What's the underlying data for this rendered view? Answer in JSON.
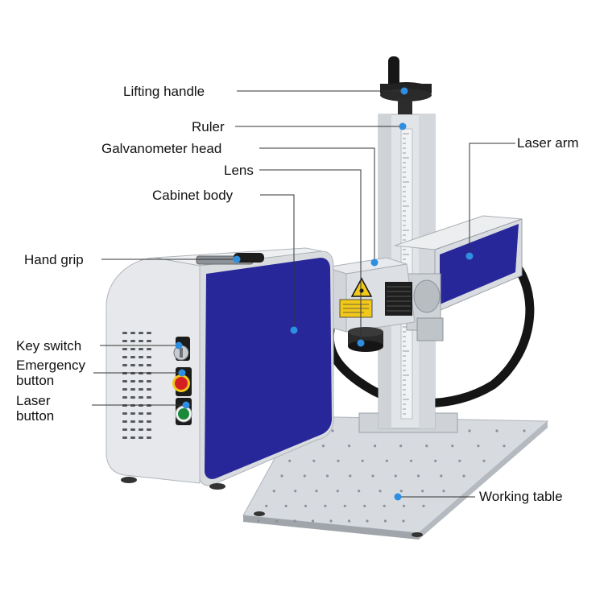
{
  "labels": {
    "lifting_handle": "Lifting handle",
    "ruler": "Ruler",
    "galvanometer_head": "Galvanometer head",
    "lens": "Lens",
    "cabinet_body": "Cabinet body",
    "hand_grip": "Hand grip",
    "key_switch": "Key switch",
    "emergency_button_line1": "Emergency",
    "emergency_button_line2": "button",
    "laser_button_line1": "Laser",
    "laser_button_line2": "button",
    "laser_arm": "Laser arm",
    "working_table": "Working table"
  },
  "colors": {
    "panel_blue": "#27279a",
    "dot_blue": "#2e8fe0",
    "leader_line": "#333333",
    "metal_light": "#e4e7ea",
    "metal_mid": "#c6cbd0",
    "cable": "#151515",
    "emergency_red": "#d42020",
    "laser_green": "#1a8a3a",
    "warning_yellow": "#f2c81a"
  }
}
